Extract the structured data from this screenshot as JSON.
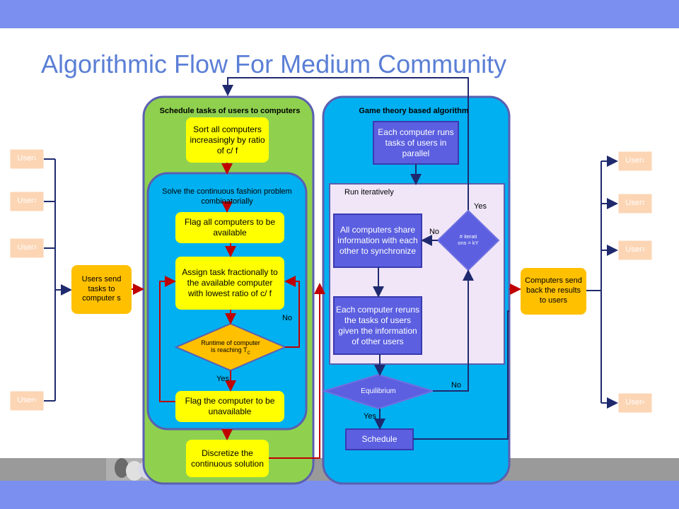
{
  "title": "Algorithmic Flow For Medium Community",
  "left_users": [
    {
      "base": "User",
      "sub": "1"
    },
    {
      "base": "User",
      "sub": "2"
    },
    {
      "base": "User",
      "sub": "3"
    },
    {
      "base": "User",
      "sub": "n"
    }
  ],
  "right_users": [
    {
      "base": "User",
      "sub": "1"
    },
    {
      "base": "User",
      "sub": "2"
    },
    {
      "base": "User",
      "sub": "3"
    },
    {
      "base": "User",
      "sub": "n"
    }
  ],
  "users_send": "Users send tasks to computer s",
  "computers_send_back": "Computers send back the results to users",
  "schedule_panel": {
    "heading": "Schedule tasks of users to computers",
    "sort": "Sort all computers increasingly by ratio of c/ f",
    "inner_heading": "Solve the continuous fashion problem combinatorially",
    "flag_available": "Flag all computers to be available",
    "assign": "Assign task fractionally to the available computer with lowest ratio of c/ f",
    "decision_main": "Runtime of computer is reaching T",
    "decision_sub": "C",
    "yes": "Yes",
    "no": "No",
    "flag_unavailable": "Flag the computer to be unavailable",
    "discretize": "Discretize the continuous solution"
  },
  "game_panel": {
    "heading": "Game theory based algorithm",
    "runs_parallel": "Each computer runs tasks of users in parallel",
    "run_iter": "Run iteratively",
    "share": "All computers share information with each other to synchronize",
    "rerun": "Each computer reruns the tasks of users given the information of other users",
    "iter_check": "# iterati ons = kY",
    "yes_top": "Yes",
    "no_left": "No",
    "equilibrium": "Equilibrium",
    "no_eq": "No",
    "yes_eq": "Yes",
    "schedule": "Schedule"
  },
  "colors": {
    "accent_title": "#5b7fd6",
    "bar": "#7b8ff0",
    "green_panel": "#8fd14f",
    "blue_panel": "#00b0f0",
    "yellow_box": "#ffff00",
    "orange_box": "#ffc000",
    "user_box": "#fcd5b4",
    "purple_box": "#5b5fe0",
    "arrow_red": "#c00000",
    "arrow_navy": "#1f2a6e"
  }
}
